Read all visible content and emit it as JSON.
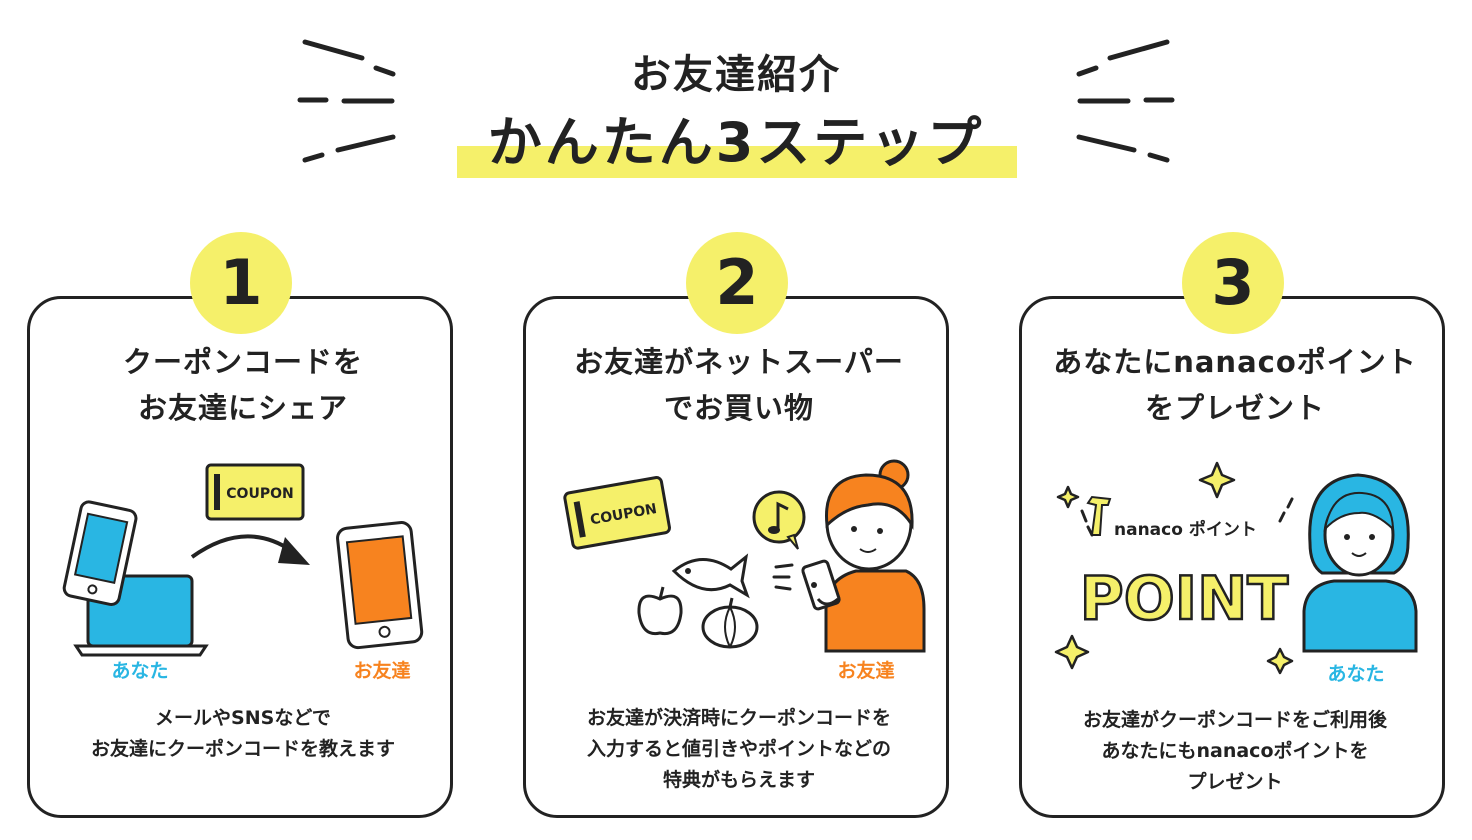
{
  "header": {
    "title": "お友達紹介",
    "subtitle": "かんたん3ステップ"
  },
  "steps": [
    {
      "number": "1",
      "title_line1": "クーポンコードを",
      "title_line2": "お友達にシェア",
      "coupon_text": "COUPON",
      "label_you": "あなた",
      "label_friend": "お友達",
      "desc_line1": "メールやSNSなどで",
      "desc_line2": "お友達にクーポンコードを教えます"
    },
    {
      "number": "2",
      "title_line1": "お友達がネットスーパー",
      "title_line2": "でお買い物",
      "coupon_text": "COUPON",
      "label_friend": "お友達",
      "desc_line1": "お友達が決済時にクーポンコードを",
      "desc_line2": "入力すると値引きやポイントなどの",
      "desc_line3": "特典がもらえます"
    },
    {
      "number": "3",
      "title_line1": "あなたにnanacoポイント",
      "title_line2": "をプレゼント",
      "nanaco_label": "nanaco ポイント",
      "point_text": "POINT",
      "label_you": "あなた",
      "desc_line1": "お友達がクーポンコードをご利用後",
      "desc_line2": "あなたにもnanacoポイントを",
      "desc_line3": "プレゼント"
    }
  ],
  "colors": {
    "accent_yellow": "#f5f06a",
    "you_blue": "#29b6e3",
    "friend_orange": "#f7831f",
    "ink": "#222222"
  }
}
